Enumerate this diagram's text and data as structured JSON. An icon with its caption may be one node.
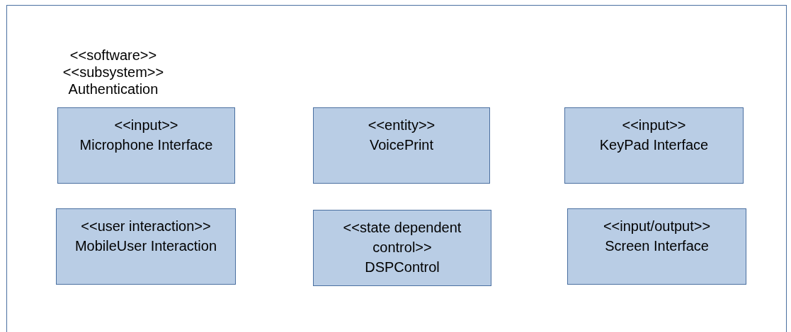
{
  "diagram": {
    "nodes": [
      {
        "text": [
          "<<software>> <<subsystem>>",
          "Authentication"
        ]
      },
      {
        "text": [
          "<<input>>",
          "Microphone Interface"
        ],
        "in": 0
      },
      {
        "text": [
          "<<entity>>",
          "VoicePrint"
        ],
        "in": 0
      },
      {
        "text": [
          "<<input>>",
          "KeyPad Interface"
        ],
        "in": 0
      },
      {
        "text": [
          "<<user interaction>>",
          "MobileUser Interaction"
        ],
        "in": 0
      },
      {
        "text": [
          "<<state dependent control>>",
          "DSPControl"
        ],
        "in": 0
      },
      {
        "text": [
          "<<input/output>>",
          "Screen Interface"
        ],
        "in": 0
      }
    ]
  }
}
